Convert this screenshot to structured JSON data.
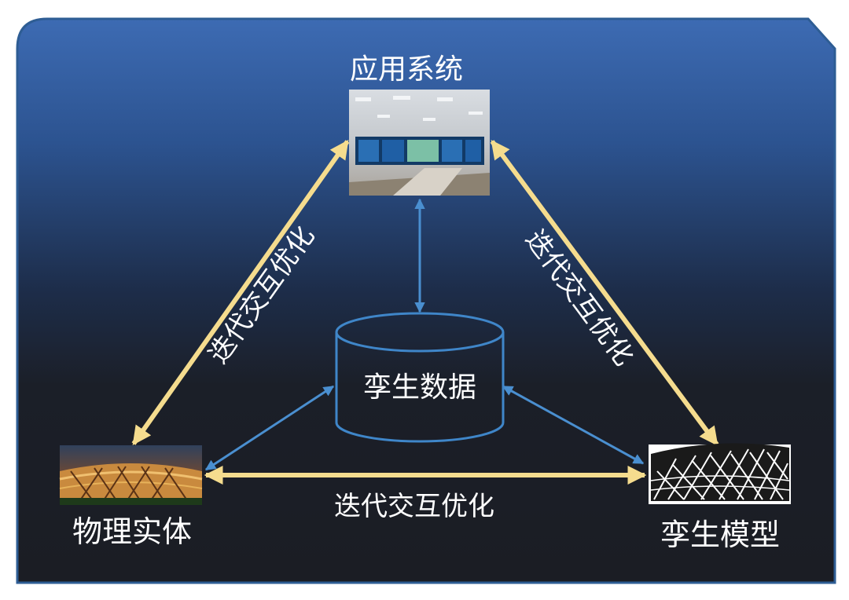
{
  "nodes": {
    "application": {
      "label": "应用系统"
    },
    "data": {
      "label": "孪生数据"
    },
    "physical": {
      "label": "物理实体"
    },
    "model": {
      "label": "孪生模型"
    }
  },
  "edges": {
    "left": {
      "label": "迭代交互优化"
    },
    "right": {
      "label": "迭代交互优化"
    },
    "bottom": {
      "label": "迭代交互优化"
    }
  },
  "colors": {
    "panel_top": "#3d6bb3",
    "panel_bottom": "#1b1d24",
    "panel_border": "#2e5d94",
    "yellow_arrow": "#f5dc8e",
    "blue_arrow": "#4a8fd0",
    "cylinder_stroke": "#3f86c9"
  }
}
